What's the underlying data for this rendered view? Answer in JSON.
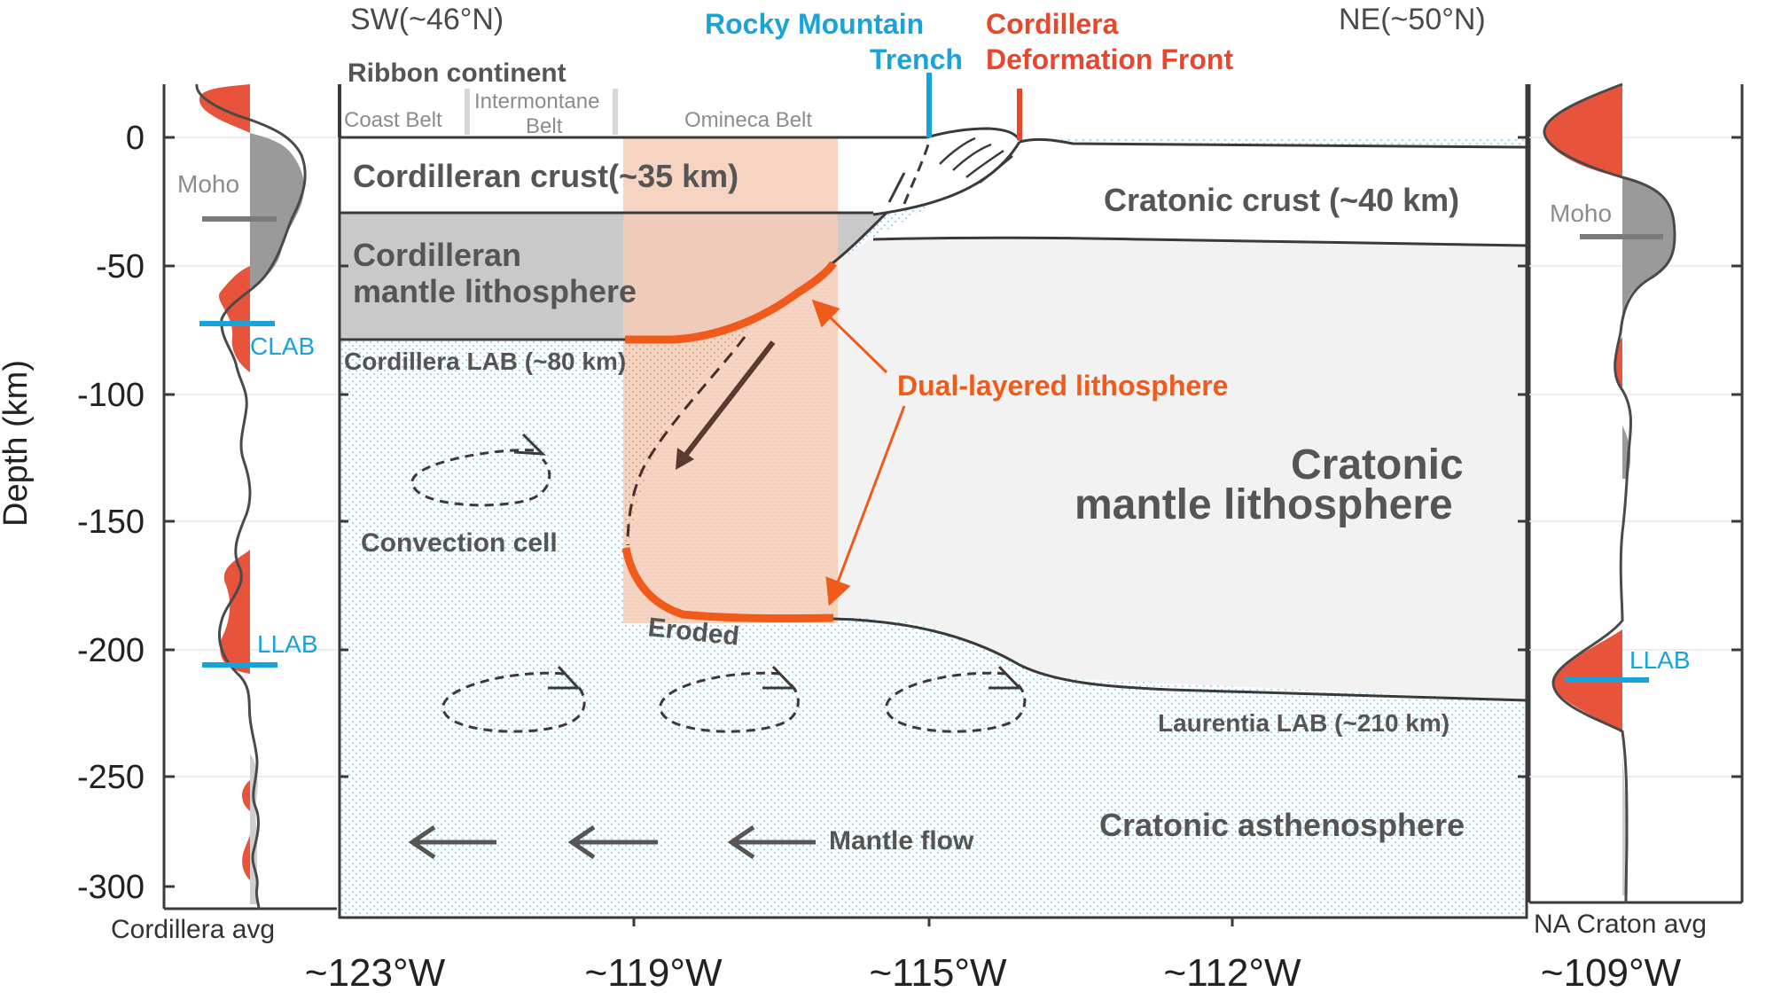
{
  "header": {
    "sw": "SW(~46°N)",
    "ne": "NE(~50°N)",
    "rmt_line1": "Rocky Mountain",
    "rmt_line2": "Trench",
    "cdf_line1": "Cordillera",
    "cdf_line2": "Deformation Front",
    "ribbon": "Ribbon continent"
  },
  "belts": {
    "coast": "Coast Belt",
    "intermontane_1": "Intermontane",
    "intermontane_2": "Belt",
    "omineca": "Omineca Belt"
  },
  "labels": {
    "cord_crust": "Cordilleran crust(~35 km)",
    "cordilleran": "Cordilleran",
    "mantle_litho": "mantle lithosphere",
    "cord_lab": "Cordillera LAB (~80 km)",
    "crat_crust": "Cratonic crust (~40 km)",
    "cratonic": "Cratonic",
    "crat_mantle": "mantle lithosphere",
    "dual": "Dual-layered lithosphere",
    "convection": "Convection cell",
    "eroded": "Eroded",
    "laurentia": "Laurentia LAB (~210 km)",
    "crat_astheno": "Cratonic asthenosphere",
    "mantle_flow": "Mantle flow"
  },
  "axis": {
    "ylabel": "Depth (km)",
    "yticks": [
      "0",
      "-50",
      "-100",
      "-150",
      "-200",
      "-250",
      "-300"
    ],
    "xticks": [
      "~123°W",
      "~119°W",
      "~115°W",
      "~112°W",
      "~109°W"
    ]
  },
  "left_panel": {
    "moho": "Moho",
    "clab": "CLAB",
    "llab": "LLAB",
    "caption": "Cordillera avg"
  },
  "right_panel": {
    "moho": "Moho",
    "llab": "LLAB",
    "caption": "NA Craton avg"
  },
  "colors": {
    "orange": "#f05a1a",
    "red_fill": "#e8533c",
    "blue": "#1aa3d9",
    "gray_fill": "#9a9a9a",
    "salmon": "#f6cdb7"
  }
}
